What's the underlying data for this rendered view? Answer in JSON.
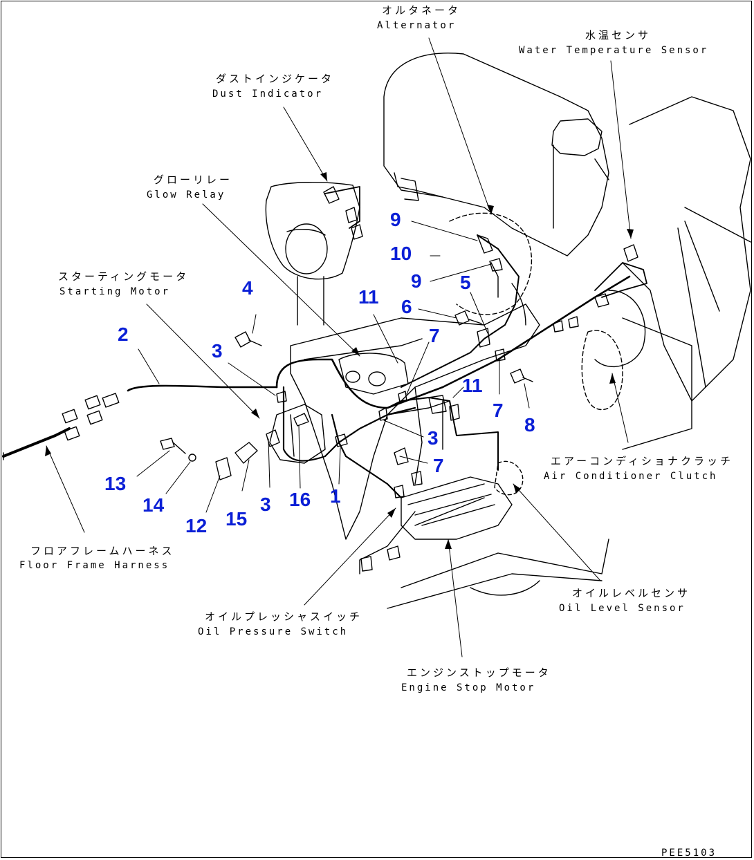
{
  "labels": {
    "alternator": {
      "jp": "オルタネータ",
      "en": "Alternator"
    },
    "water_temp_sensor": {
      "jp": "水温センサ",
      "en": "Water Temperature Sensor"
    },
    "dust_indicator": {
      "jp": "ダストインジケータ",
      "en": "Dust Indicator"
    },
    "glow_relay": {
      "jp": "グローリレー",
      "en": "Glow Relay"
    },
    "starting_motor": {
      "jp": "スターティングモータ",
      "en": "Starting Motor"
    },
    "floor_frame_harness": {
      "jp": "フロアフレームハーネス",
      "en": "Floor Frame Harness"
    },
    "oil_pressure_switch": {
      "jp": "オイルプレッシャスイッチ",
      "en": "Oil Pressure Switch"
    },
    "engine_stop_motor": {
      "jp": "エンジンストップモータ",
      "en": "Engine Stop Motor"
    },
    "oil_level_sensor": {
      "jp": "オイルレベルセンサ",
      "en": "Oil Level Sensor"
    },
    "air_conditioner_clutch": {
      "jp": "エアーコンディショナクラッチ",
      "en": "Air Conditioner Clutch"
    }
  },
  "part_numbers": [
    "1",
    "2",
    "3",
    "3",
    "3",
    "4",
    "5",
    "6",
    "7",
    "7",
    "7",
    "8",
    "9",
    "9",
    "10",
    "11",
    "11",
    "12",
    "13",
    "14",
    "15",
    "16"
  ],
  "drawing_code": "PEE5103",
  "colors": {
    "callout": "#0a1fd6",
    "line": "#000000"
  }
}
